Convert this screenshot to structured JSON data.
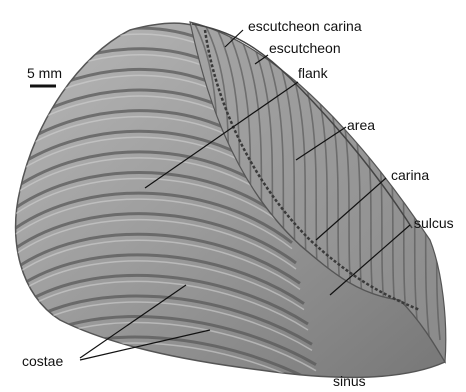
{
  "figure": {
    "background_color": "#ffffff",
    "shell_color": "#9a9a9a",
    "rib_color": "#5a5a5a",
    "label_color": "#111111",
    "scale_bar": {
      "label": "5 mm"
    },
    "labels": {
      "escutcheon_carina": "escutcheon carina",
      "escutcheon": "escutcheon",
      "flank": "flank",
      "area": "area",
      "carina": "carina",
      "sulcus": "sulcus",
      "costae": "costae",
      "sinus": "sinus"
    }
  }
}
